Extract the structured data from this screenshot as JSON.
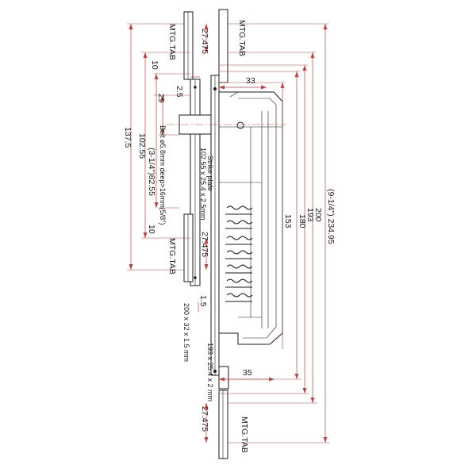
{
  "labels": {
    "mtg_tab": "MTG.TAB",
    "d27475": "27.475",
    "d10": "10",
    "d2_5": "2.5",
    "d29": "29",
    "d33": "33",
    "d35": "35",
    "d1_5": "1.5",
    "d102_55": "102.55",
    "d82_55": "(3-1/4\")82.55",
    "d137_5": "137.5",
    "d153": "153",
    "d180": "180",
    "d193": "193",
    "d200": "200",
    "d234_95": "(9-1/4\") 234.95",
    "bolt": "Bolt ø5.8mm deep>16mm(5/8\")",
    "strike_title": "Strike plate",
    "strike_dims": "102.55 x 25.4 x 2.5mm",
    "plate1": "200 x 32 x 1.5 mm",
    "plate2": "193 x 25.4 x 2 mm"
  }
}
